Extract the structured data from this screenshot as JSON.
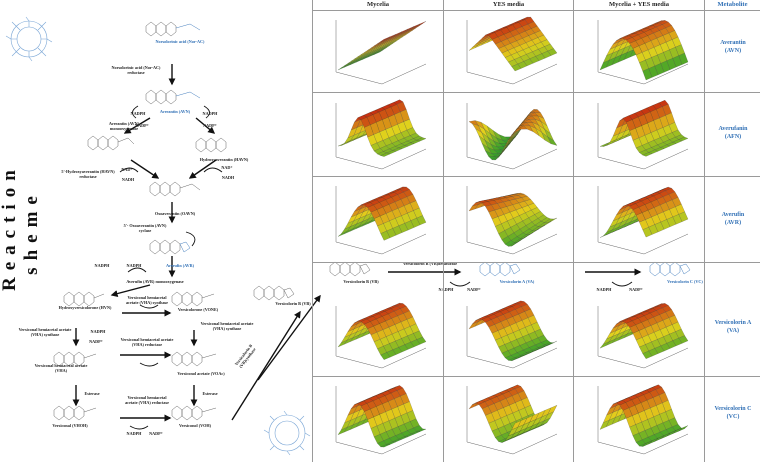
{
  "side_title": "Reaction sheme",
  "columns": [
    "Mycelia",
    "YES media",
    "Mycelia + YES media",
    "Metabolite"
  ],
  "metabolites": [
    {
      "name": "Averantin",
      "abbr": "(AVN)"
    },
    {
      "name": "Averufanin",
      "abbr": "(AFN)"
    },
    {
      "name": "Averufin",
      "abbr": "(AVR)"
    },
    {
      "name": "Versicolorin A",
      "abbr": "(VA)"
    },
    {
      "name": "Versicolorin C",
      "abbr": "(VC)"
    }
  ],
  "scheme": {
    "nor_ac": "Norsolorinic acid (Nor-AC)",
    "nor_ac_red": "Norsolorinic acid (Nor-AC) reductase",
    "avn": "Averantin (AVN)",
    "avn_mono": "Averantin (AVN) monooxygenase",
    "havn": "Hydroxyaverantin (HAVN)",
    "havn_red": "5'-Hydroxyaverantin (HAVN) reductase",
    "oavn": "Oxoaverantin (OAVN)",
    "oavn_cyc": "5'- Oxoaverantin (AVN) cyclase",
    "avr": "Averufin (AVR)",
    "avr_mono": "Averufin (AVR) monooxygenase",
    "hvn": "Hydroxyversicolorone (HVN)",
    "vhasyn": "Versiconal hemiacetal acetate (VHA) synthase",
    "vone": "Versicolorone (VONE)",
    "vhared": "Versiconal hemiacetal acetate (VHA) reductase",
    "vha": "Versiconal hemiacetal acetate (VHA)",
    "voac": "Versiconol acetate (VOAc)",
    "esterase1": "Esterase",
    "esterase2": "Esterase",
    "vhoh": "Versiconal (VHOH)",
    "voh": "Versiconol (VOH)",
    "vb": "Versicolorin B (VB)",
    "vb_syn": "Versicolorin B (VB)synthase",
    "vb_desat": "Versicolorin B (VB)desaturase",
    "va": "Versicolorin A (VA)",
    "vc": "Versicolorin C (VC)",
    "nadph": "NADPH",
    "nadp": "NADP⁺",
    "nad": "NAD⁺",
    "nadh": "NADH"
  },
  "colors": {
    "surface_high": "#c62a10",
    "surface_mid": "#e3d21c",
    "surface_low": "#2f9e2a",
    "metabolite_label": "#2f6fb5"
  }
}
